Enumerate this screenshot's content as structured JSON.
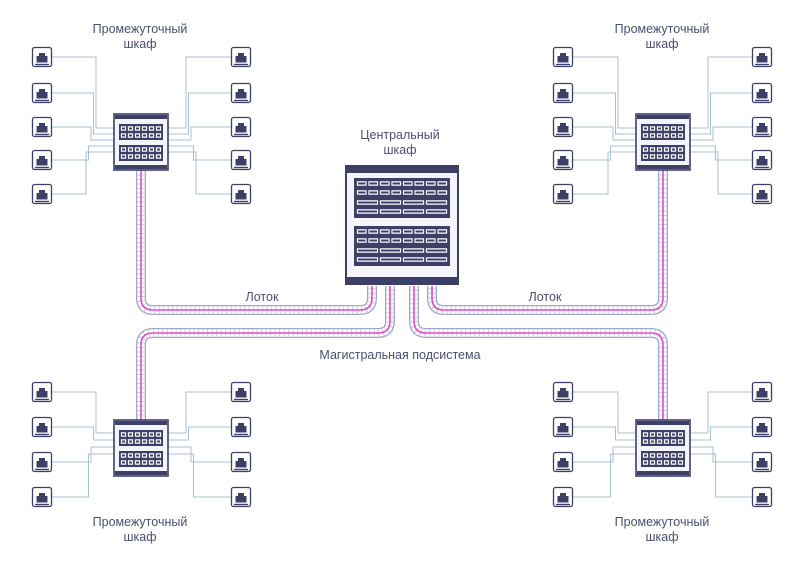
{
  "central": {
    "label_line1": "Центральный",
    "label_line2": "шкаф"
  },
  "intermediate": [
    {
      "id": "top-left",
      "label_line1": "Промежуточный",
      "label_line2": "шкаф",
      "outlets": 10
    },
    {
      "id": "top-right",
      "label_line1": "Промежуточный",
      "label_line2": "шкаф",
      "outlets": 10
    },
    {
      "id": "bottom-left",
      "label_line1": "Промежуточный",
      "label_line2": "шкаф",
      "outlets": 8
    },
    {
      "id": "bottom-right",
      "label_line1": "Промежуточный",
      "label_line2": "шкаф",
      "outlets": 8
    }
  ],
  "trays": {
    "left": "Лоток",
    "right": "Лоток"
  },
  "backbone": "Магистральная подсистема",
  "colors": {
    "cabinet": "#3d3f66",
    "tray": "#9ea8c4",
    "cable": "#e04ad0",
    "wire": "#a8bfd6",
    "text": "#4a4f6e"
  }
}
